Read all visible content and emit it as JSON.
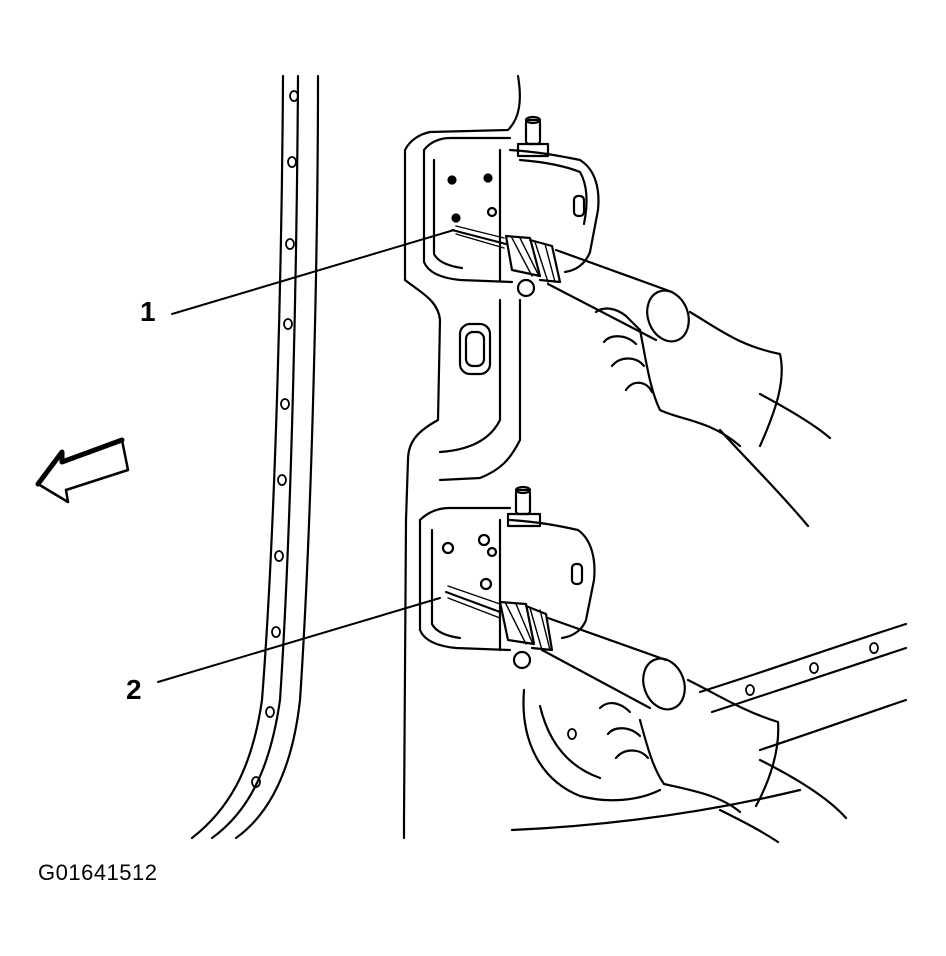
{
  "callouts": [
    {
      "label": "1"
    },
    {
      "label": "2"
    }
  ],
  "figure_id": "G01641512",
  "colors": {
    "line": "#000000",
    "background": "#ffffff"
  },
  "icons": [
    "direction-arrow-icon"
  ]
}
